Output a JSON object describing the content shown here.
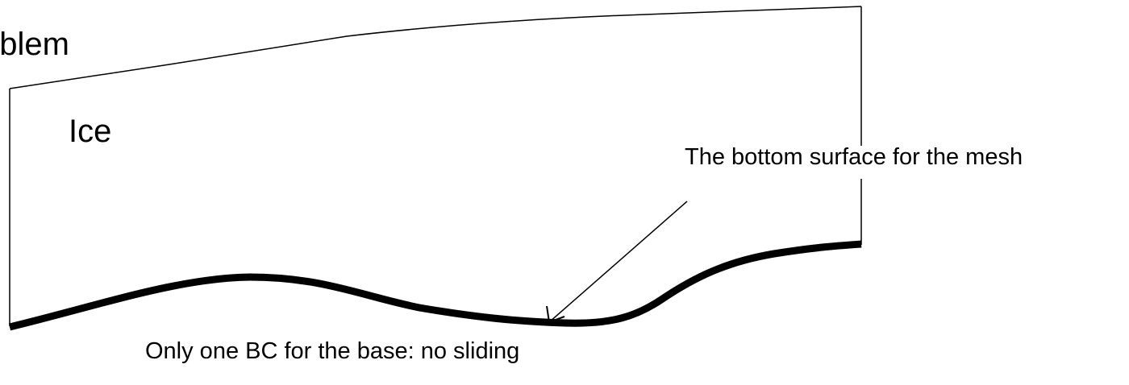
{
  "labels": {
    "title_fragment": "oblem",
    "ice": "Ice",
    "bottom_surface": "The bottom surface for the mesh",
    "base_bc": "Only one BC for the base: no sliding"
  },
  "colors": {
    "line": "#000000",
    "background": "#ffffff"
  }
}
